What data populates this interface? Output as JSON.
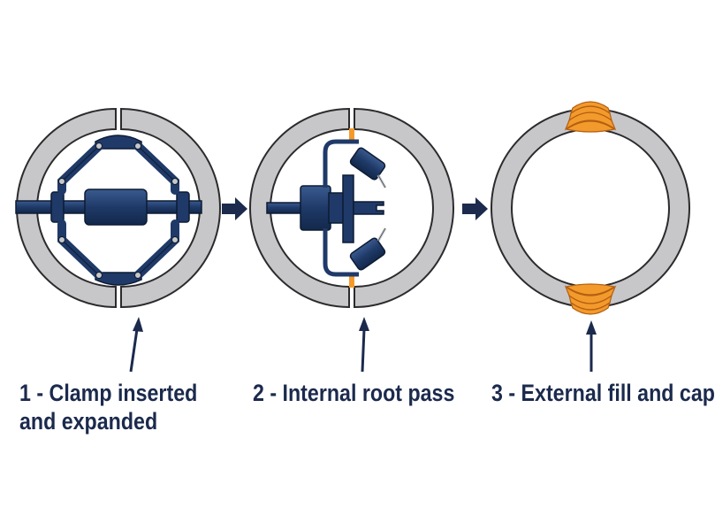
{
  "steps": [
    {
      "caption_line1": "1 - Clamp inserted",
      "caption_line2": "and expanded"
    },
    {
      "caption_line1": "2 - Internal root pass",
      "caption_line2": ""
    },
    {
      "caption_line1": "3 - External fill and cap",
      "caption_line2": ""
    }
  ],
  "colors": {
    "pipe": "#c7c7c9",
    "pipe_outline": "#2b2b2e",
    "tool": "#1f3a68",
    "tool_dark": "#13284b",
    "weld": "#f39a2c",
    "weld_outline": "#b35f12",
    "arrow": "#1b2a4d",
    "text": "#1b2a4d"
  },
  "icons": [
    "step-arrow-icon",
    "pointer-arrow-icon"
  ]
}
